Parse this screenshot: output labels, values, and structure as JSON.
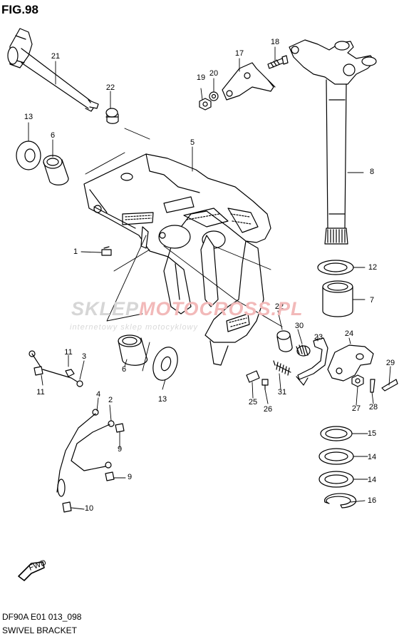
{
  "figure": {
    "title": "FIG.98",
    "code": "DF90A E01 013_098",
    "name": "SWIVEL BRACKET"
  },
  "watermark": {
    "brand_part1": "SKLEP",
    "brand_part2": "MOTOCROSS.PL",
    "tagline": "internetowy sklep motocyklowy"
  },
  "callouts": [
    "1",
    "2",
    "3",
    "4",
    "5",
    "6",
    "6",
    "7",
    "8",
    "9",
    "9",
    "10",
    "11",
    "11",
    "12",
    "13",
    "13",
    "14",
    "14",
    "15",
    "16",
    "17",
    "18",
    "19",
    "20",
    "21",
    "22",
    "22",
    "23",
    "24",
    "25",
    "26",
    "27",
    "28",
    "29",
    "30",
    "31"
  ],
  "colors": {
    "line": "#000000",
    "watermark_gray": "#d6d6d6",
    "watermark_red": "#f2b9b9"
  }
}
